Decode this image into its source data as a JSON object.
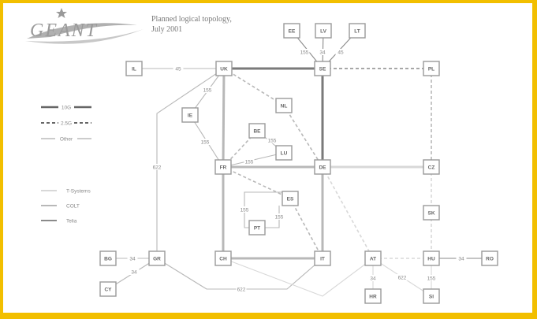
{
  "header": {
    "logo": "GEANT",
    "title_line1": "Planned logical topology,",
    "title_line2": "July 2001"
  },
  "colors": {
    "border": "#f2bf00",
    "tb": "#777777",
    "other": "#aaaaaa",
    "tsystems": "#d8d8d8",
    "colt": "#b8b8b8",
    "telia": "#8a8a8a",
    "node_border": "#999999"
  },
  "legend": {
    "capacity": [
      {
        "label": "10G",
        "style": "thick"
      },
      {
        "label": "2.5G",
        "style": "dashed"
      },
      {
        "label": "Other",
        "style": "thin"
      }
    ],
    "carriers": [
      {
        "label": "T-Systems",
        "color": "tsystems"
      },
      {
        "label": "COLT",
        "color": "colt"
      },
      {
        "label": "Telia",
        "color": "telia"
      }
    ]
  },
  "nodes": [
    {
      "id": "IL",
      "label": "IL"
    },
    {
      "id": "UK",
      "label": "UK"
    },
    {
      "id": "SE",
      "label": "SE"
    },
    {
      "id": "EE",
      "label": "EE"
    },
    {
      "id": "LV",
      "label": "LV"
    },
    {
      "id": "LT",
      "label": "LT"
    },
    {
      "id": "PL",
      "label": "PL"
    },
    {
      "id": "IE",
      "label": "IE"
    },
    {
      "id": "NL",
      "label": "NL"
    },
    {
      "id": "BE",
      "label": "BE"
    },
    {
      "id": "LU",
      "label": "LU"
    },
    {
      "id": "FR",
      "label": "FR"
    },
    {
      "id": "DE",
      "label": "DE"
    },
    {
      "id": "CZ",
      "label": "CZ"
    },
    {
      "id": "ES",
      "label": "ES"
    },
    {
      "id": "PT",
      "label": "PT"
    },
    {
      "id": "SK",
      "label": "SK"
    },
    {
      "id": "BG",
      "label": "BG"
    },
    {
      "id": "GR",
      "label": "GR"
    },
    {
      "id": "CH",
      "label": "CH"
    },
    {
      "id": "IT",
      "label": "IT"
    },
    {
      "id": "AT",
      "label": "AT"
    },
    {
      "id": "HU",
      "label": "HU"
    },
    {
      "id": "RO",
      "label": "RO"
    },
    {
      "id": "CY",
      "label": "CY"
    },
    {
      "id": "HR",
      "label": "HR"
    },
    {
      "id": "SI",
      "label": "SI"
    }
  ],
  "links": [
    {
      "from": "IL",
      "to": "UK",
      "capacity": "other",
      "carrier": "colt",
      "label": "45"
    },
    {
      "from": "UK",
      "to": "SE",
      "capacity": "10G",
      "carrier": "telia",
      "label": ""
    },
    {
      "from": "EE",
      "to": "SE",
      "capacity": "other",
      "carrier": "telia",
      "label": "155"
    },
    {
      "from": "LV",
      "to": "SE",
      "capacity": "other",
      "carrier": "telia",
      "label": "34"
    },
    {
      "from": "LT",
      "to": "SE",
      "capacity": "other",
      "carrier": "telia",
      "label": "45"
    },
    {
      "from": "SE",
      "to": "PL",
      "capacity": "2.5G",
      "carrier": "telia",
      "label": ""
    },
    {
      "from": "PL",
      "to": "CZ",
      "capacity": "2.5G",
      "carrier": "colt",
      "label": ""
    },
    {
      "from": "UK",
      "to": "IE",
      "capacity": "other",
      "carrier": "colt",
      "label": "155"
    },
    {
      "from": "IE",
      "to": "FR",
      "capacity": "other",
      "carrier": "colt",
      "label": "155"
    },
    {
      "from": "UK",
      "to": "NL",
      "capacity": "2.5G",
      "carrier": "colt",
      "label": ""
    },
    {
      "from": "NL",
      "to": "DE",
      "capacity": "2.5G",
      "carrier": "colt",
      "label": ""
    },
    {
      "from": "UK",
      "to": "FR",
      "capacity": "10G",
      "carrier": "colt",
      "label": ""
    },
    {
      "from": "SE",
      "to": "DE",
      "capacity": "10G",
      "carrier": "telia",
      "label": ""
    },
    {
      "from": "FR",
      "to": "BE",
      "capacity": "2.5G",
      "carrier": "colt",
      "label": ""
    },
    {
      "from": "BE",
      "to": "LU",
      "capacity": "other",
      "carrier": "colt",
      "label": "155"
    },
    {
      "from": "FR",
      "to": "LU",
      "capacity": "other",
      "carrier": "colt",
      "label": "155"
    },
    {
      "from": "FR",
      "to": "DE",
      "capacity": "10G",
      "carrier": "colt",
      "label": ""
    },
    {
      "from": "DE",
      "to": "CZ",
      "capacity": "10G",
      "carrier": "tsystems",
      "label": ""
    },
    {
      "from": "FR",
      "to": "ES",
      "capacity": "2.5G",
      "carrier": "colt",
      "label": ""
    },
    {
      "from": "ES",
      "to": "PT",
      "capacity": "other",
      "carrier": "colt",
      "label": "155"
    },
    {
      "from": "PT",
      "to": "ES",
      "capacity": "other",
      "carrier": "colt",
      "label": "155"
    },
    {
      "from": "ES",
      "to": "IT",
      "capacity": "2.5G",
      "carrier": "colt",
      "label": ""
    },
    {
      "from": "DE",
      "to": "IT",
      "capacity": "10G",
      "carrier": "colt",
      "label": ""
    },
    {
      "from": "DE",
      "to": "AT",
      "capacity": "2.5G",
      "carrier": "tsystems",
      "label": ""
    },
    {
      "from": "CZ",
      "to": "SK",
      "capacity": "2.5G",
      "carrier": "tsystems",
      "label": ""
    },
    {
      "from": "SK",
      "to": "HU",
      "capacity": "2.5G",
      "carrier": "tsystems",
      "label": ""
    },
    {
      "from": "FR",
      "to": "CH",
      "capacity": "10G",
      "carrier": "colt",
      "label": ""
    },
    {
      "from": "CH",
      "to": "IT",
      "capacity": "10G",
      "carrier": "colt",
      "label": ""
    },
    {
      "from": "UK",
      "to": "GR",
      "capacity": "other",
      "carrier": "colt",
      "label": "622"
    },
    {
      "from": "BG",
      "to": "GR",
      "capacity": "other",
      "carrier": "colt",
      "label": "34"
    },
    {
      "from": "CY",
      "to": "GR",
      "capacity": "other",
      "carrier": "colt",
      "label": "34"
    },
    {
      "from": "GR",
      "to": "IT",
      "capacity": "other",
      "carrier": "colt",
      "label": "622"
    },
    {
      "from": "CH",
      "to": "AT",
      "capacity": "other",
      "carrier": "tsystems",
      "label": ""
    },
    {
      "from": "AT",
      "to": "HU",
      "capacity": "2.5G",
      "carrier": "tsystems",
      "label": ""
    },
    {
      "from": "HU",
      "to": "RO",
      "capacity": "other",
      "carrier": "telia",
      "label": "34"
    },
    {
      "from": "AT",
      "to": "HR",
      "capacity": "other",
      "carrier": "tsystems",
      "label": "34"
    },
    {
      "from": "AT",
      "to": "SI",
      "capacity": "other",
      "carrier": "tsystems",
      "label": "622"
    },
    {
      "from": "HU",
      "to": "SI",
      "capacity": "other",
      "carrier": "tsystems",
      "label": "155"
    }
  ]
}
